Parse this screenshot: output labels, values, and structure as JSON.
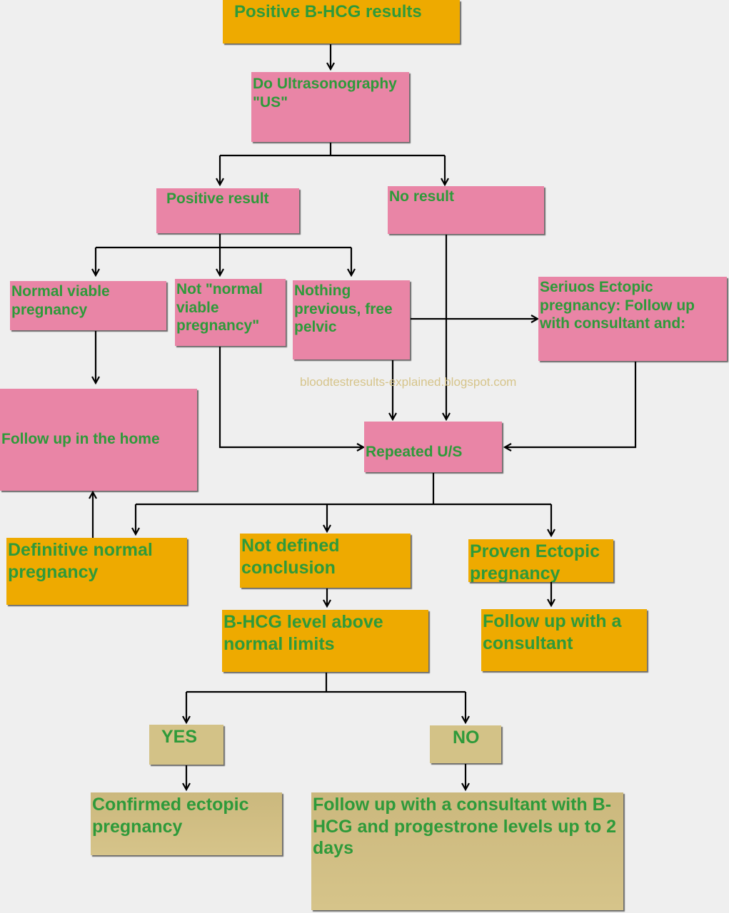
{
  "title": "Positive B-HCG results",
  "nodes": {
    "us": "Do Ultrasonography \"US\"",
    "positive": "Positive result",
    "no_result": "No result",
    "normal_viable": "Normal viable pregnancy",
    "not_normal": "Not \"normal viable pregnancy\"",
    "nothing": "Nothing previous, free pelvic",
    "serious": "Seriuos Ectopic pregnancy: Follow up with consultant and:",
    "home": "Follow up in the home",
    "repeated": "Repeated U/S",
    "definitive": "Definitive normal pregnancy",
    "not_defined": "Not defined conclusion",
    "proven": "Proven Ectopic pregnancy",
    "followup_consultant": "Follow up with a consultant",
    "bhcg_level": "B-HCG level above normal limits",
    "yes": "YES",
    "no": "NO",
    "confirmed": "Confirmed ectopic pregnancy",
    "final": "Follow up with a consultant with B-HCG and progestrone levels up to 2 days"
  },
  "watermark": "bloodtestresults-explained.blogspot.com",
  "colors": {
    "pink": "#e985a6",
    "orange": "#eeaa00",
    "tan": "#d3c287",
    "text_green": "#2e9a3a",
    "background": "#efefef"
  }
}
